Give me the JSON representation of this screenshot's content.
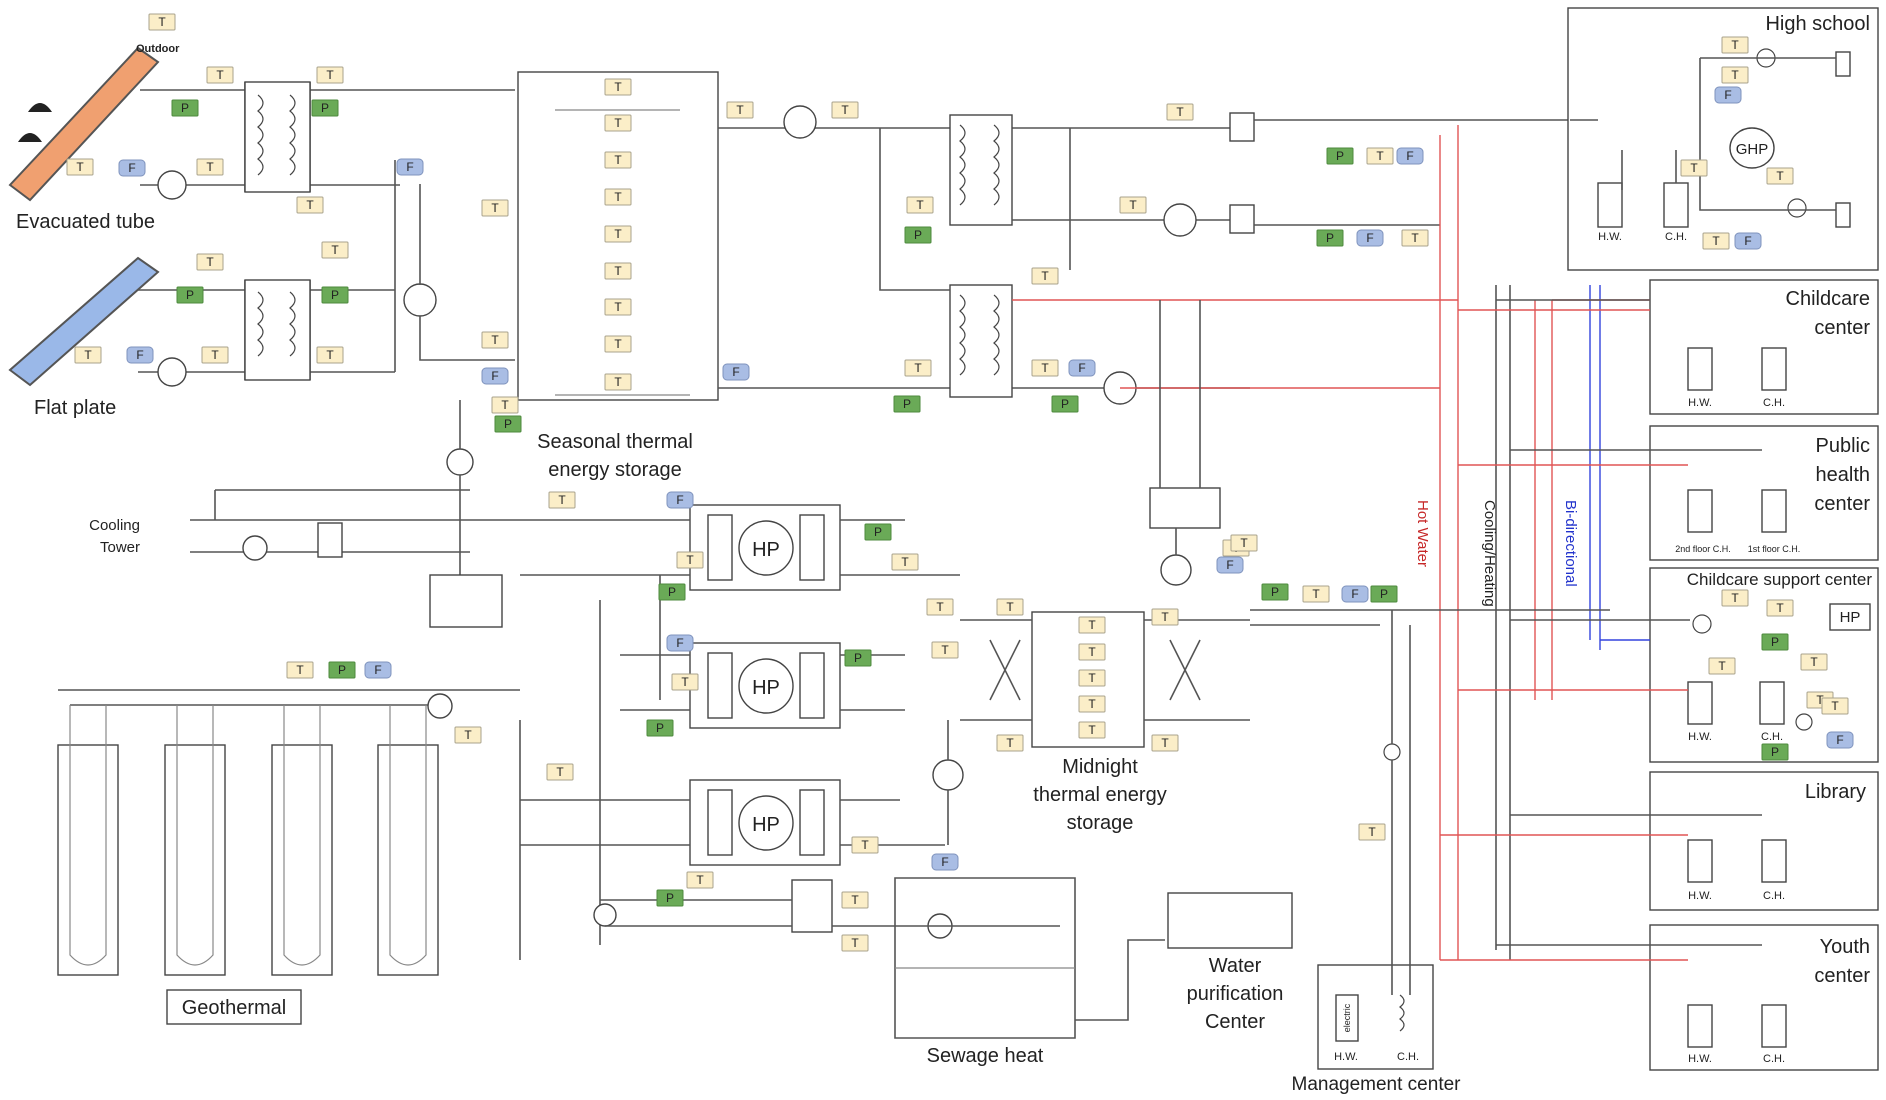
{
  "labels": {
    "outdoor": "Outdoor",
    "evacuated_tube": "Evacuated tube",
    "flat_plate": "Flat plate",
    "seasonal_storage_1": "Seasonal thermal",
    "seasonal_storage_2": "energy storage",
    "cooling_tower_1": "Cooling",
    "cooling_tower_2": "Tower",
    "geothermal": "Geothermal",
    "midnight_1": "Midnight",
    "midnight_2": "thermal energy",
    "midnight_3": "storage",
    "sewage_heat": "Sewage heat",
    "water_purif_1": "Water",
    "water_purif_2": "purification",
    "water_purif_3": "Center",
    "management": "Management center",
    "hot_water": "Hot Water",
    "cooling_heating": "Cooling/Heating",
    "bidirectional": "Bi-directional",
    "hp": "HP",
    "ghp": "GHP"
  },
  "buildings": {
    "high_school": "High school",
    "childcare_1": "Childcare",
    "childcare_2": "center",
    "public_health_1": "Public",
    "public_health_2": "health",
    "public_health_3": "center",
    "childcare_support": "Childcare support center",
    "library": "Library",
    "youth_1": "Youth",
    "youth_2": "center"
  },
  "tags": {
    "hw": "H.W.",
    "ch": "C.H.",
    "second_floor_ch": "2nd floor C.H.",
    "first_floor_ch": "1st floor C.H.",
    "electric": "electric"
  },
  "sensors": {
    "t": "T",
    "f": "F",
    "p": "P"
  },
  "colors": {
    "temperature_sensor": "#fbeec8",
    "flow_sensor": "#a9bde4",
    "pressure_sensor": "#6aaa57",
    "hot_water_line": "#e05555",
    "bidirectional_line": "#3344dd",
    "evacuated_tube_panel": "#f0a070",
    "flat_plate_panel": "#9ab8e8"
  }
}
